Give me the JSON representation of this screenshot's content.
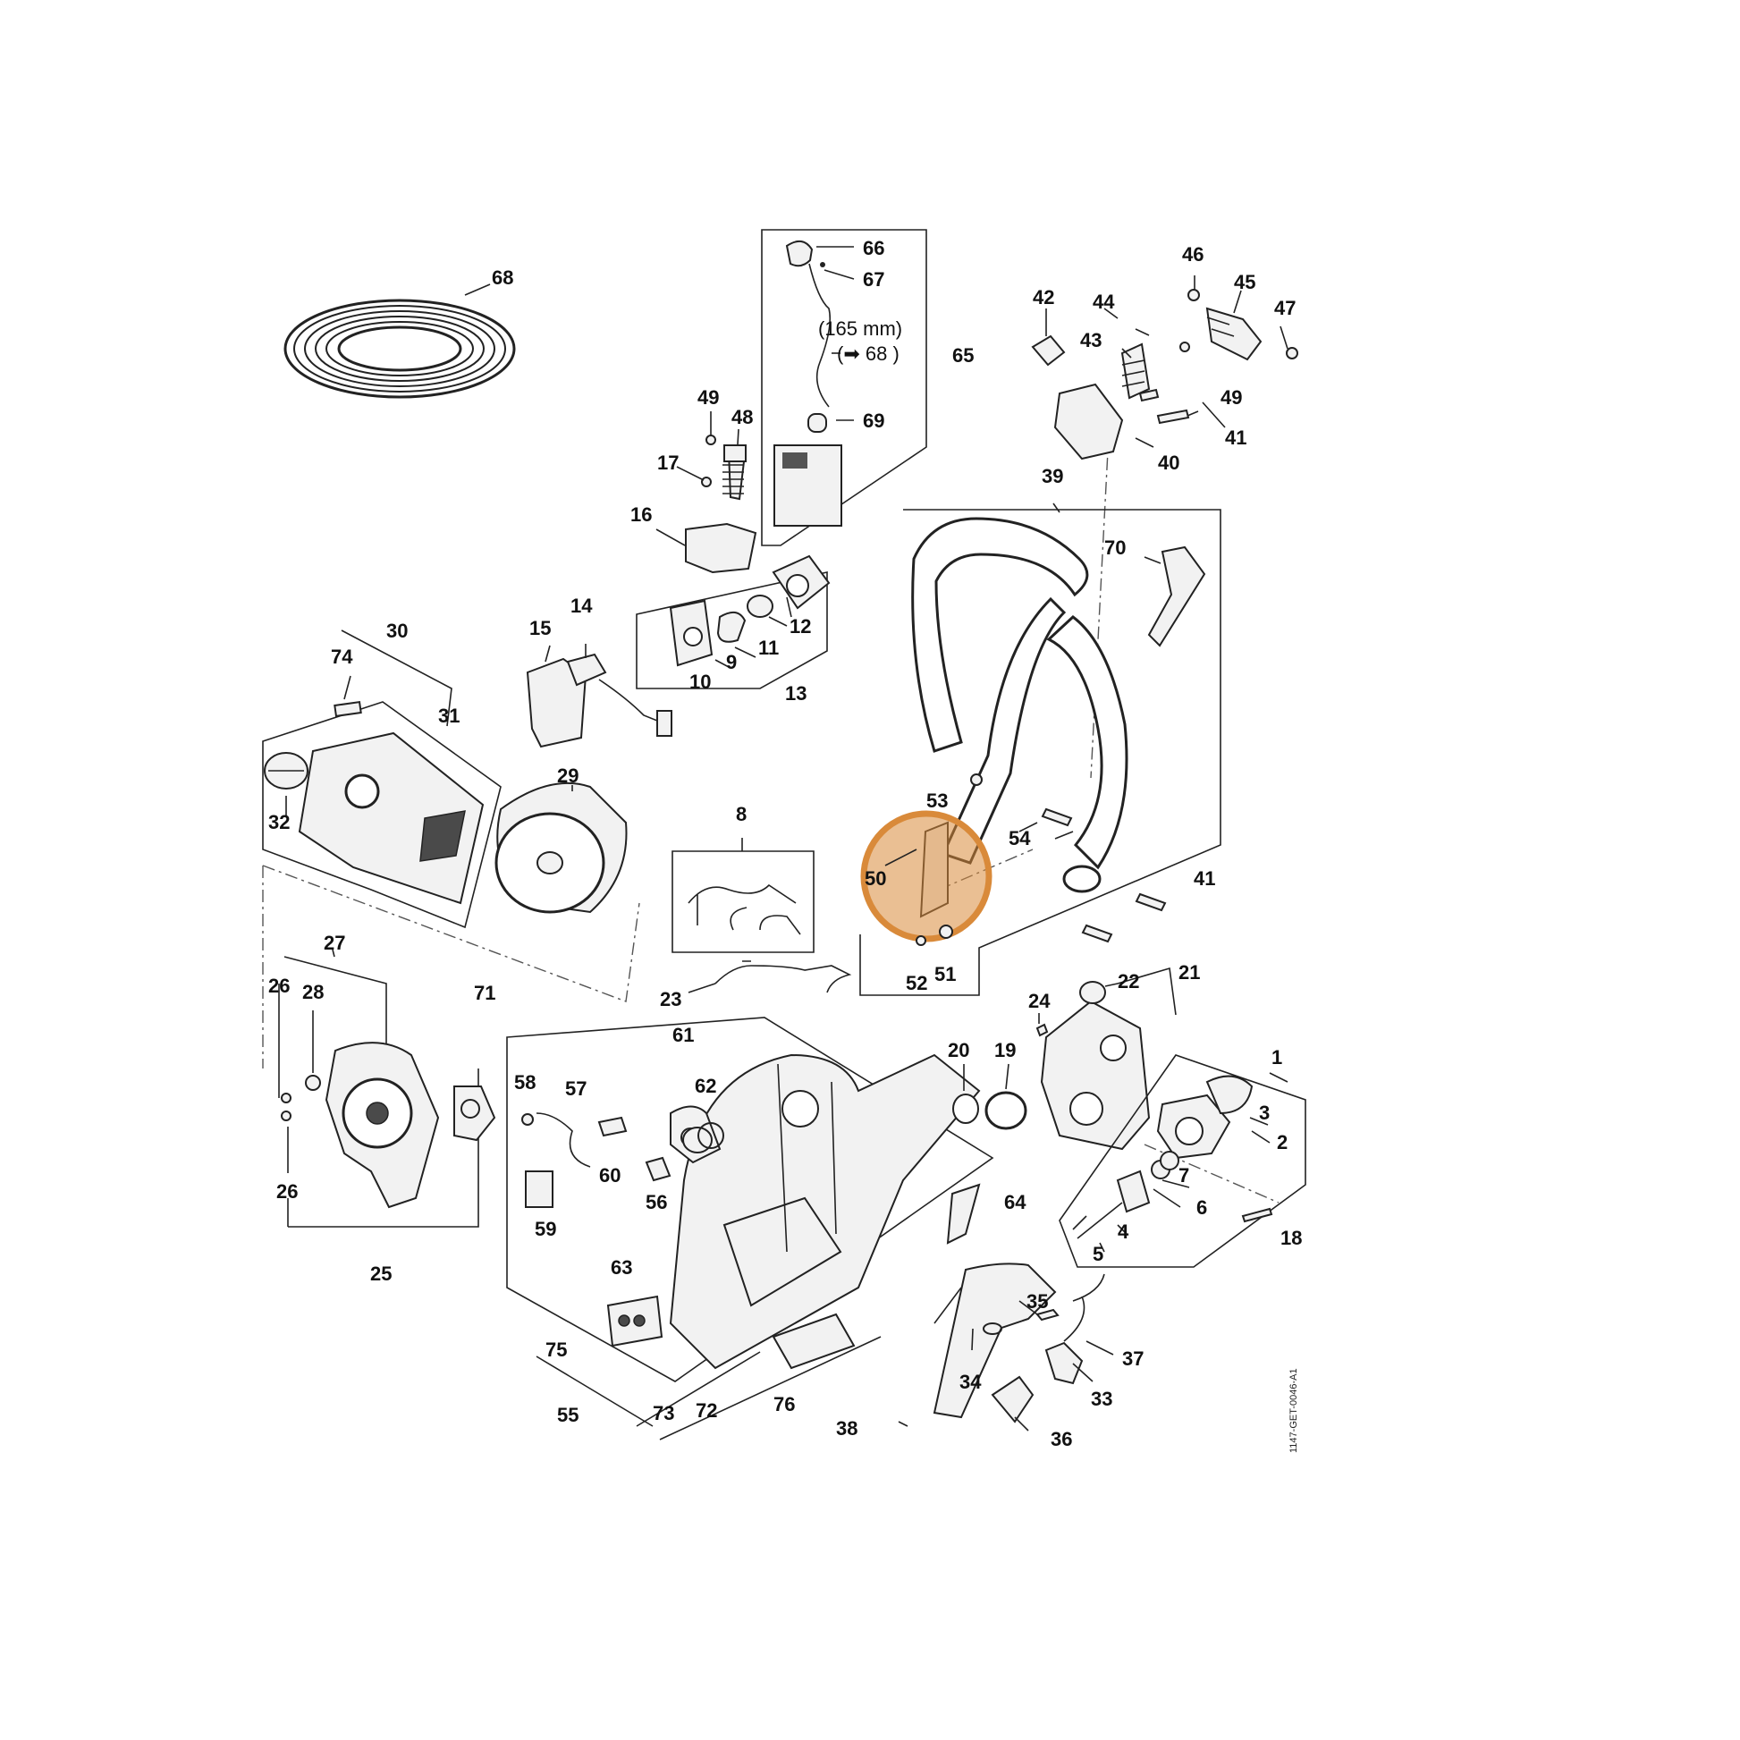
{
  "diagram": {
    "drawing_code": "1147-GET-0046-A1",
    "note_length": "(165 mm)",
    "note_ref": "(➡ 68 )",
    "highlight": {
      "label": "50",
      "color": "#d98a3a"
    },
    "labels": {
      "p1": "1",
      "p2": "2",
      "p3": "3",
      "p4": "4",
      "p5": "5",
      "p6": "6",
      "p7": "7",
      "p8": "8",
      "p9": "9",
      "p10": "10",
      "p11": "11",
      "p12": "12",
      "p13": "13",
      "p14": "14",
      "p15": "15",
      "p16": "16",
      "p17": "17",
      "p18": "18",
      "p19": "19",
      "p20": "20",
      "p21": "21",
      "p22": "22",
      "p23": "23",
      "p24": "24",
      "p25": "25",
      "p26a": "26",
      "p26b": "26",
      "p27": "27",
      "p28": "28",
      "p29": "29",
      "p30": "30",
      "p31": "31",
      "p32": "32",
      "p33": "33",
      "p34": "34",
      "p35": "35",
      "p36": "36",
      "p37": "37",
      "p38": "38",
      "p39": "39",
      "p40": "40",
      "p41a": "41",
      "p41b": "41",
      "p42": "42",
      "p43": "43",
      "p44": "44",
      "p45": "45",
      "p46": "46",
      "p47": "47",
      "p48": "48",
      "p49a": "49",
      "p49b": "49",
      "p51": "51",
      "p52": "52",
      "p53": "53",
      "p54": "54",
      "p55": "55",
      "p56": "56",
      "p57": "57",
      "p58": "58",
      "p59": "59",
      "p60": "60",
      "p61": "61",
      "p62": "62",
      "p63": "63",
      "p64": "64",
      "p65": "65",
      "p66": "66",
      "p67": "67",
      "p68": "68",
      "p69": "69",
      "p70": "70",
      "p71": "71",
      "p72": "72",
      "p73": "73",
      "p74": "74",
      "p75": "75",
      "p76": "76"
    }
  }
}
